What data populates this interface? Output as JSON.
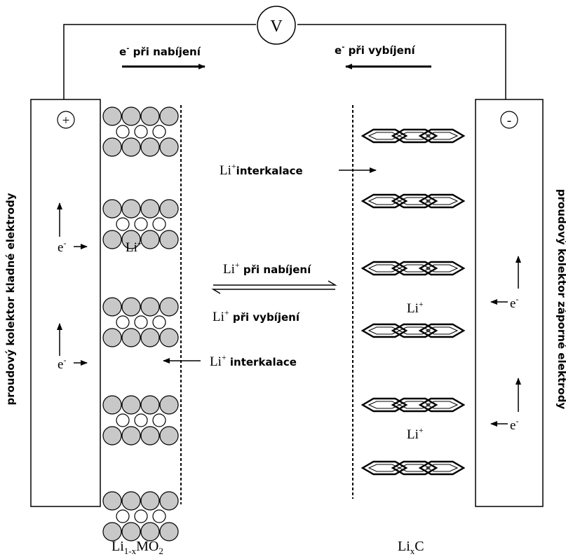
{
  "voltmeter": {
    "label": "V"
  },
  "top_arrows": {
    "charging": {
      "prefix": "e",
      "sup": "-",
      "text": " při nabíjení"
    },
    "discharging": {
      "prefix": "e",
      "sup": "-",
      "text": " při vybíjení"
    }
  },
  "positive_electrode": {
    "sign": "+",
    "collector_label": "proudový kolektor kladné elektrody",
    "material": {
      "base": "Li",
      "sub": "1-x",
      "rest": "MO",
      "sub2": "2"
    },
    "ion_label": {
      "base": "Li",
      "sup": "+"
    },
    "electron_label": {
      "base": "e",
      "sup": "-"
    }
  },
  "negative_electrode": {
    "sign": "-",
    "collector_label": "proudový kolektor záporné elektrody",
    "material": {
      "base": "Li",
      "sub": "x",
      "rest": "C"
    },
    "ion_label": {
      "base": "Li",
      "sup": "+"
    },
    "electron_label": {
      "base": "e",
      "sup": "-"
    }
  },
  "center_labels": {
    "intercalation_top": {
      "base": "Li",
      "sup": "+",
      "text": "interkalace"
    },
    "charging": {
      "base": "Li",
      "sup": "+",
      "text": " při nabíjení"
    },
    "discharging": {
      "base": "Li",
      "sup": "+",
      "text": " při vybíjení"
    },
    "intercalation_bottom": {
      "base": "Li",
      "sup": "+",
      "text": " interkalace"
    }
  }
}
